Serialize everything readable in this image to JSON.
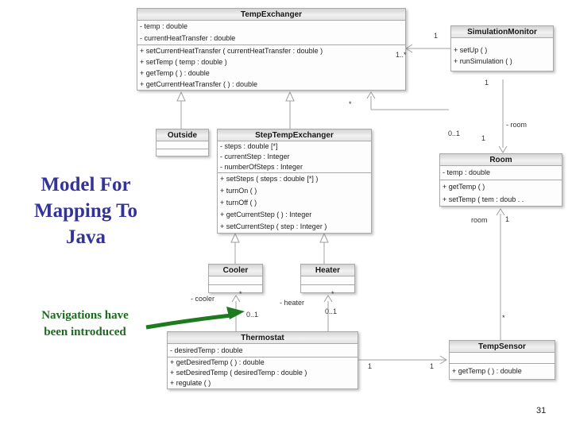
{
  "slide": {
    "title_lines": [
      "Model For",
      "Mapping To",
      "Java"
    ],
    "note_lines": [
      "Navigations have",
      "been introduced"
    ],
    "page_number": "31",
    "title_color": "#333399",
    "note_color": "#1a6b1a",
    "arrow_color": "#1e7a1e"
  },
  "classes": {
    "tempExchanger": {
      "name": "TempExchanger",
      "attributes": [
        "- temp : double",
        "- currentHeatTransfer : double"
      ],
      "methods": [
        "+ setCurrentHeatTransfer ( currentHeatTransfer : double )",
        "+ setTemp ( temp : double )",
        "+ getTemp ( ) : double",
        "+ getCurrentHeatTransfer ( ) : double"
      ]
    },
    "simulationMonitor": {
      "name": "SimulationMonitor",
      "methods": [
        "+ setUp ( )",
        "+ runSimulation ( )"
      ]
    },
    "outside": {
      "name": "Outside"
    },
    "stepTempExchanger": {
      "name": "StepTempExchanger",
      "attributes": [
        "- steps : double [*]",
        "- currentStep : Integer",
        "- numberOfSteps : Integer"
      ],
      "methods": [
        "+ setSteps ( steps : double [*] )",
        "+ turnOn ( )",
        "+ turnOff ( )",
        "+ getCurrentStep ( ) : Integer",
        "+ setCurrentStep ( step : Integer )"
      ]
    },
    "room": {
      "name": "Room",
      "attributes": [
        "- temp : double"
      ],
      "methods": [
        "+ getTemp ( )",
        "+ setTemp ( tem : doub . ."
      ]
    },
    "cooler": {
      "name": "Cooler"
    },
    "heater": {
      "name": "Heater"
    },
    "thermostat": {
      "name": "Thermostat",
      "attributes": [
        "- desiredTemp : double"
      ],
      "methods": [
        "+ getDesiredTemp ( ) : double",
        "+ setDesiredTemp ( desiredTemp : double )",
        "+ regulate ( )"
      ]
    },
    "tempSensor": {
      "name": "TempSensor",
      "methods": [
        "+ getTemp ( ) : double"
      ]
    }
  },
  "labels": [
    "1",
    "1..*",
    "*",
    "1",
    "- room",
    "0..1",
    "1",
    "room",
    "1",
    "*",
    "- cooler",
    "*",
    "0..1",
    "- heater",
    "*",
    "0..1",
    "1",
    "1"
  ]
}
